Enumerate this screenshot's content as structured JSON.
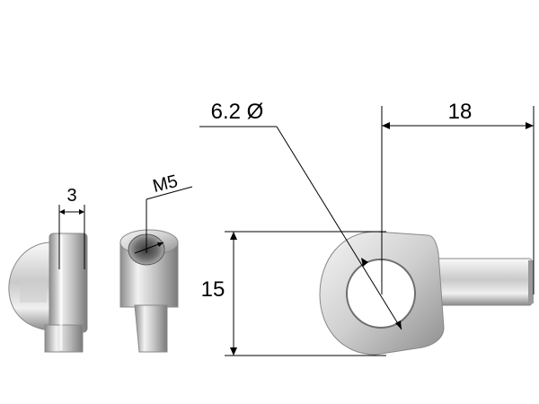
{
  "dimensions": {
    "hole_diameter": "6.2 Ø",
    "length": "18",
    "height": "15",
    "thickness": "3",
    "thread": "M5"
  },
  "colors": {
    "metal_light": "#eeeeee",
    "metal_mid": "#b9b9b9",
    "metal_dark": "#7a7a7a",
    "line": "#000000"
  }
}
